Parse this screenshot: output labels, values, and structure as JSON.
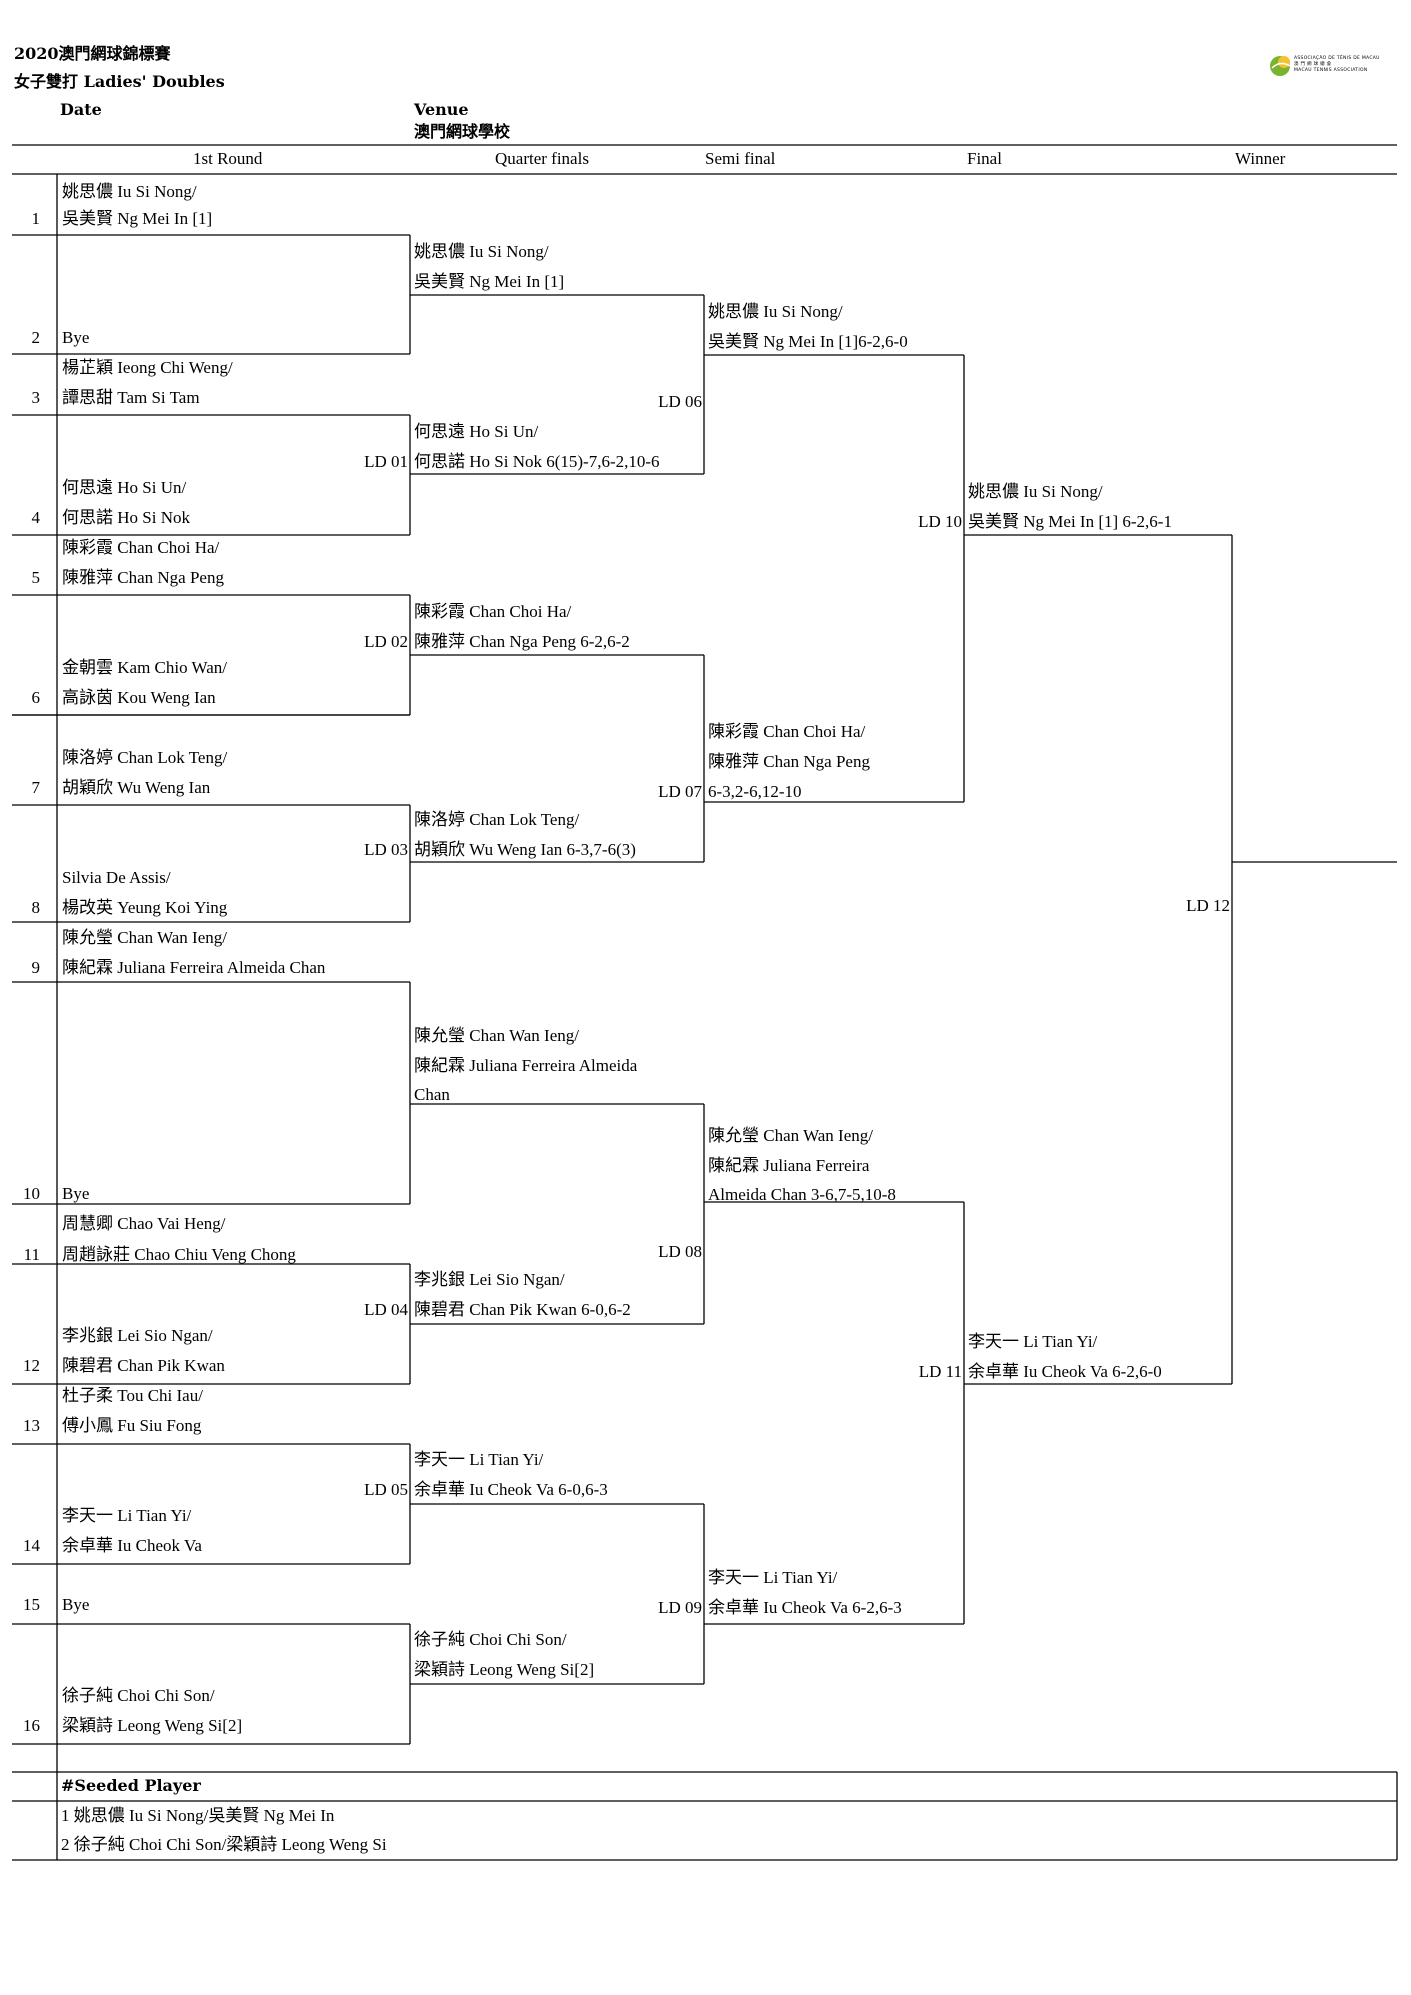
{
  "header": {
    "title": "2020澳門網球錦標賽",
    "event": "女子雙打 Ladies' Doubles",
    "date_label": "Date",
    "venue_label": "Venue",
    "venue": "澳門網球學校"
  },
  "logo": {
    "line1": "ASSOCIAÇÃO DE TÉNIS DE MACAU",
    "line2": "澳 門 網 球 總 會",
    "line3": "MACAU TENNIS ASSOCIATION"
  },
  "columns": [
    "1st Round",
    "Quarter finals",
    "Semi final",
    "Final",
    "Winner"
  ],
  "round1": [
    {
      "seed_no": "1",
      "a": "姚思儂 Iu Si Nong/",
      "b": "吳美賢 Ng Mei In [1]"
    },
    {
      "seed_no": "2",
      "a": "",
      "b": "Bye"
    },
    {
      "seed_no": "3",
      "a": "楊芷穎 Ieong Chi Weng/",
      "b": "譚思甜 Tam Si Tam"
    },
    {
      "seed_no": "4",
      "a": "何思遠 Ho Si Un/",
      "b": "何思諾 Ho Si Nok"
    },
    {
      "seed_no": "5",
      "a": "陳彩霞 Chan Choi Ha/",
      "b": "陳雅萍 Chan Nga Peng"
    },
    {
      "seed_no": "6",
      "a": "金朝雲 Kam Chio Wan/",
      "b": "高詠茵 Kou Weng Ian"
    },
    {
      "seed_no": "7",
      "a": "陳洛婷 Chan Lok Teng/",
      "b": "胡穎欣 Wu Weng Ian"
    },
    {
      "seed_no": "8",
      "a": "Silvia De Assis/",
      "b": "楊改英 Yeung Koi Ying"
    },
    {
      "seed_no": "9",
      "a": "陳允瑩 Chan Wan Ieng/",
      "b": "陳紀霖 Juliana Ferreira Almeida Chan"
    },
    {
      "seed_no": "10",
      "a": "",
      "b": "Bye"
    },
    {
      "seed_no": "11",
      "a": "周慧卿 Chao Vai Heng/",
      "b": "周趙詠莊 Chao Chiu Veng Chong"
    },
    {
      "seed_no": "12",
      "a": "李兆銀 Lei Sio Ngan/",
      "b": "陳碧君 Chan Pik Kwan"
    },
    {
      "seed_no": "13",
      "a": "杜子柔 Tou Chi Iau/",
      "b": "傅小鳳 Fu Siu Fong"
    },
    {
      "seed_no": "14",
      "a": "李天一 Li Tian Yi/",
      "b": "余卓華 Iu Cheok Va"
    },
    {
      "seed_no": "15",
      "a": "",
      "b": "Bye"
    },
    {
      "seed_no": "16",
      "a": "徐子純 Choi Chi Son/",
      "b": "梁穎詩 Leong Weng Si[2]"
    }
  ],
  "quarters": [
    {
      "a": "姚思儂 Iu Si Nong/",
      "b": "吳美賢 Ng Mei In [1]"
    },
    {
      "a": "何思遠 Ho Si Un/",
      "b": "何思諾 Ho Si Nok 6(15)-7,6-2,10-6",
      "match": "LD 01"
    },
    {
      "a": "陳彩霞 Chan Choi Ha/",
      "b": "陳雅萍 Chan Nga Peng 6-2,6-2",
      "match": "LD 02"
    },
    {
      "a": "陳洛婷 Chan Lok Teng/",
      "b": "胡穎欣 Wu Weng Ian 6-3,7-6(3)",
      "match": "LD 03"
    },
    {
      "a": "陳允瑩 Chan Wan Ieng/",
      "b": "陳紀霖 Juliana Ferreira Almeida",
      "c": "Chan"
    },
    {
      "a": "李兆銀 Lei Sio Ngan/",
      "b": "陳碧君 Chan Pik Kwan 6-0,6-2",
      "match": "LD 04"
    },
    {
      "a": "李天一 Li Tian Yi/",
      "b": "余卓華 Iu Cheok Va  6-0,6-3",
      "match": "LD 05"
    },
    {
      "a": "徐子純 Choi Chi Son/",
      "b": "梁穎詩 Leong Weng Si[2]"
    }
  ],
  "semis": [
    {
      "a": "姚思儂 Iu Si Nong/",
      "b": "吳美賢 Ng Mei In [1]6-2,6-0",
      "match": "LD 06"
    },
    {
      "a": "陳彩霞 Chan Choi Ha/",
      "b": "陳雅萍 Chan Nga Peng",
      "c": "6-3,2-6,12-10",
      "match": "LD 07"
    },
    {
      "a": "陳允瑩 Chan Wan Ieng/",
      "b": "陳紀霖 Juliana Ferreira",
      "c": "Almeida Chan 3-6,7-5,10-8",
      "match": "LD 08"
    },
    {
      "a": "李天一 Li Tian Yi/",
      "b": "余卓華 Iu Cheok Va  6-2,6-3",
      "match": "LD 09"
    }
  ],
  "finals": [
    {
      "a": "姚思儂 Iu Si Nong/",
      "b": "吳美賢 Ng Mei In [1] 6-2,6-1",
      "match": "LD 10"
    },
    {
      "a": "李天一 Li Tian Yi/",
      "b": "余卓華 Iu Cheok Va 6-2,6-0",
      "match": "LD 11"
    }
  ],
  "winner": {
    "match": "LD 12"
  },
  "seeded": {
    "title": "#Seeded Player",
    "rows": [
      "1 姚思儂 Iu Si Nong/吳美賢 Ng Mei In",
      "2 徐子純 Choi Chi Son/梁穎詩 Leong Weng Si"
    ]
  }
}
